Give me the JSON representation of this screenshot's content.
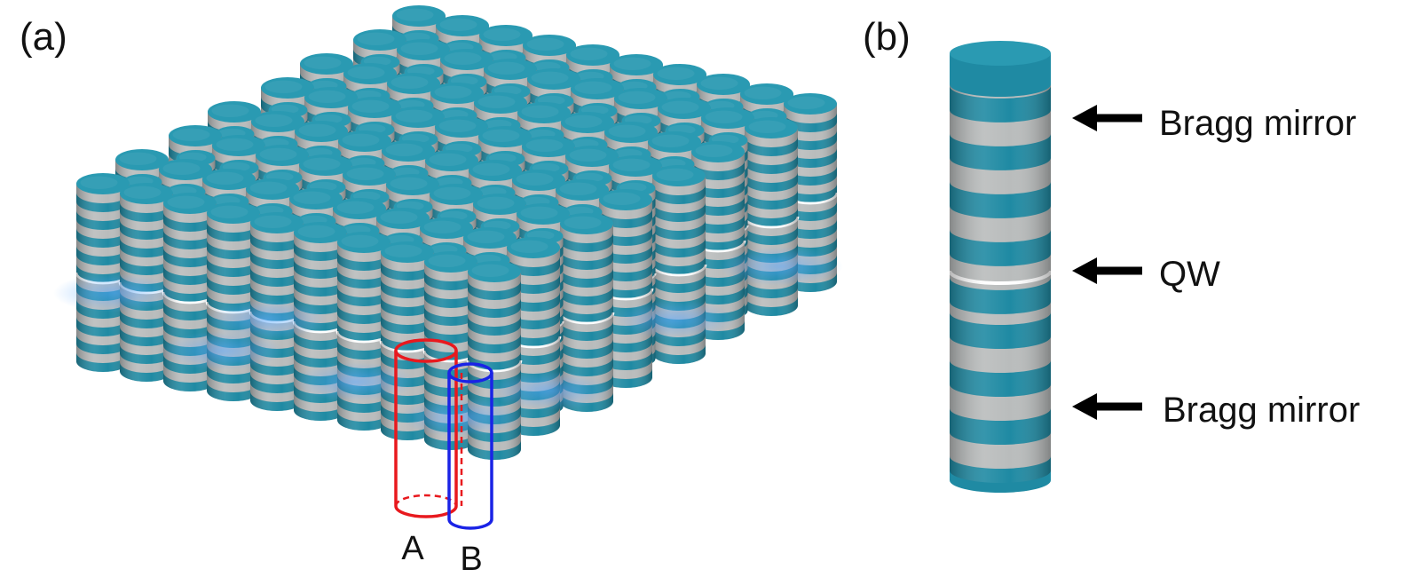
{
  "panel_a": {
    "label": "(a)",
    "sublattice_a_label": "A",
    "sublattice_b_label": "B",
    "rows": 8,
    "cols": 10,
    "rings_per_pillar": 10
  },
  "panel_b": {
    "label": "(b)",
    "annotations": [
      "Bragg mirror",
      "QW",
      "Bragg mirror"
    ]
  },
  "colors": {
    "teal": "#1f8aa3",
    "teal_top": "#2a9ab2",
    "gray": "#b9bcbc",
    "qw": "#ffffff",
    "glow": "#5aa8ff",
    "site_a": "#e8191e",
    "site_b": "#1a23e6",
    "arrow": "#000000"
  }
}
